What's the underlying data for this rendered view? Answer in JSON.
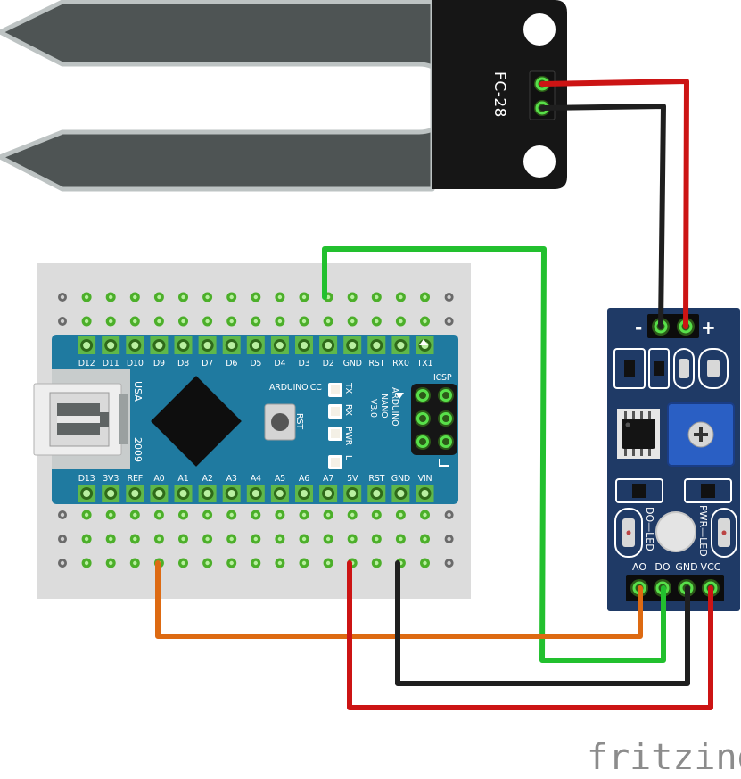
{
  "probe": {
    "label": "FC-28"
  },
  "nano": {
    "top_pins": [
      "D12",
      "D11",
      "D10",
      "D9",
      "D8",
      "D7",
      "D6",
      "D5",
      "D4",
      "D3",
      "D2",
      "GND",
      "RST",
      "RX0",
      "TX1"
    ],
    "bottom_pins": [
      "D13",
      "3V3",
      "REF",
      "A0",
      "A1",
      "A2",
      "A3",
      "A4",
      "A5",
      "A6",
      "A7",
      "5V",
      "RST",
      "GND",
      "VIN"
    ],
    "board_text": "ARDUINO.CC",
    "model_lines": [
      "ARDUINO",
      "NANO",
      "V3.0"
    ],
    "origin_lines": [
      "USA",
      "2009"
    ],
    "led_labels": [
      "TX",
      "RX",
      "PWR",
      "L"
    ],
    "reset_label": "RST",
    "icsp_label": "ICSP"
  },
  "module": {
    "input_minus": "-",
    "input_plus": "+",
    "led_left": "DO—LED",
    "led_right": "PWR—LED",
    "output_pins": [
      "AO",
      "DO",
      "GND",
      "VCC"
    ]
  },
  "brand": "fritzing",
  "colors": {
    "wire_red": "#cc1414",
    "wire_black": "#1f1f1f",
    "wire_green": "#22c02e",
    "wire_orange": "#dd6a12",
    "nano_board": "#1f7aa0",
    "module_board": "#1f3a66",
    "breadboard": "#dcdcdc",
    "probe_metal": "#505555",
    "probe_body": "#161616"
  }
}
